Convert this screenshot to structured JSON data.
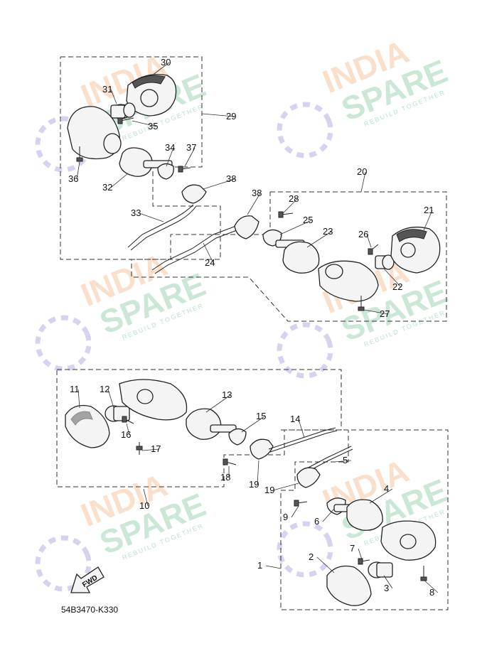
{
  "diagram_code": "54B3470-K330",
  "fwd_label": "FWD",
  "watermark": {
    "line1": "INDIA",
    "line2": "SPARE",
    "tagline": "REBUILD TOGETHER"
  },
  "callouts": [
    "1",
    "2",
    "3",
    "4",
    "5",
    "6",
    "7",
    "8",
    "9",
    "10",
    "11",
    "12",
    "13",
    "14",
    "15",
    "16",
    "17",
    "18",
    "19",
    "19",
    "20",
    "21",
    "22",
    "23",
    "24",
    "25",
    "26",
    "27",
    "28",
    "29",
    "30",
    "31",
    "32",
    "33",
    "34",
    "35",
    "36",
    "37",
    "38",
    "38"
  ],
  "colors": {
    "watermark_orange": "#f7c7a0",
    "watermark_green": "#9fd6b4",
    "watermark_icon": "#b9b5e6"
  }
}
